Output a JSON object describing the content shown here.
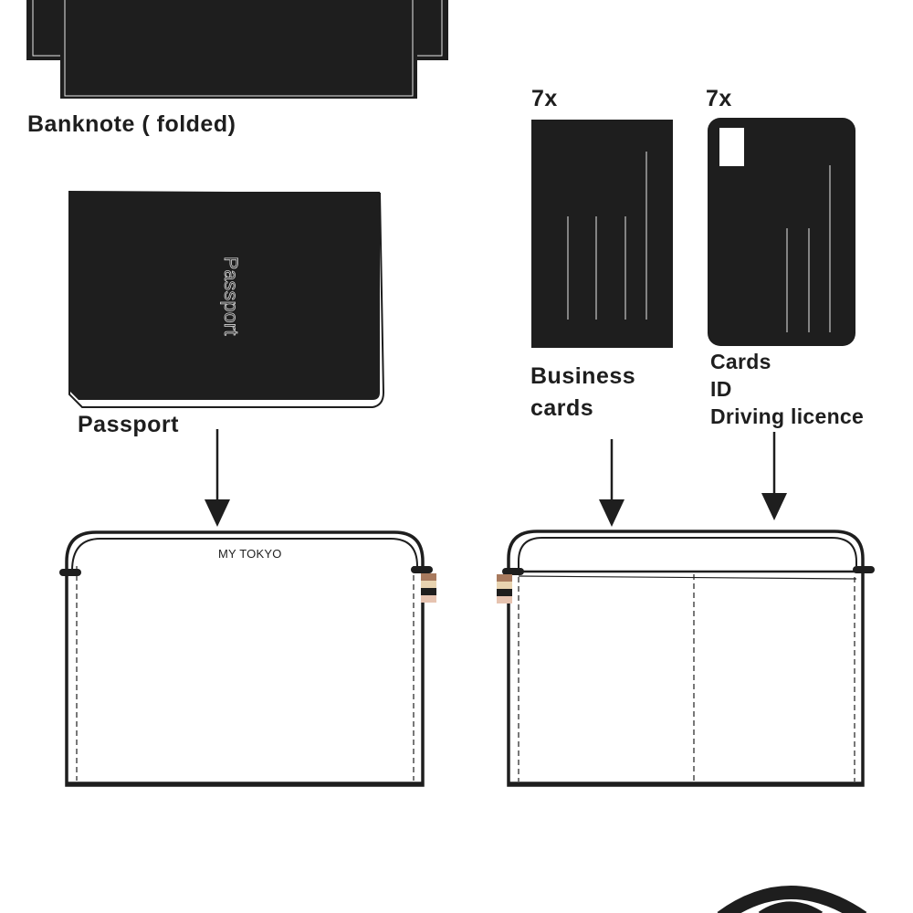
{
  "items": {
    "banknote": {
      "label": "Banknote ( folded)"
    },
    "passport": {
      "label": "Passport",
      "cover_text": "Passport"
    },
    "business_cards": {
      "quantity": "7x",
      "label_line1": "Business",
      "label_line2": "cards"
    },
    "cards": {
      "quantity": "7x",
      "label_line1": "Cards",
      "label_line2": "ID",
      "label_line3": "Driving licence"
    }
  },
  "pouches": {
    "left": {
      "brand_text": "MY TOKYO"
    },
    "right": {
      "brand_text": ""
    }
  },
  "colors": {
    "ink": "#1e1e1e",
    "tag_brown": "#a87a5e",
    "tag_beige": "#e8d3b0",
    "tag_black": "#1e1e1e",
    "tag_pink": "#e6c3b0"
  }
}
